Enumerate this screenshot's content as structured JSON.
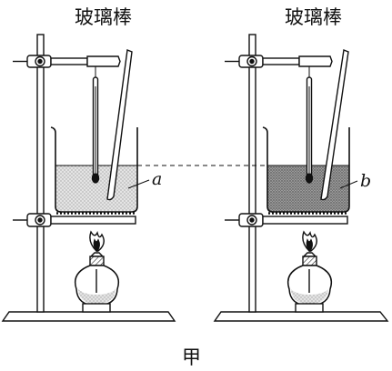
{
  "labels": {
    "rod_left": "玻璃棒",
    "rod_right": "玻璃棒",
    "liquid_left": "a",
    "liquid_right": "b"
  },
  "caption": "甲"
}
